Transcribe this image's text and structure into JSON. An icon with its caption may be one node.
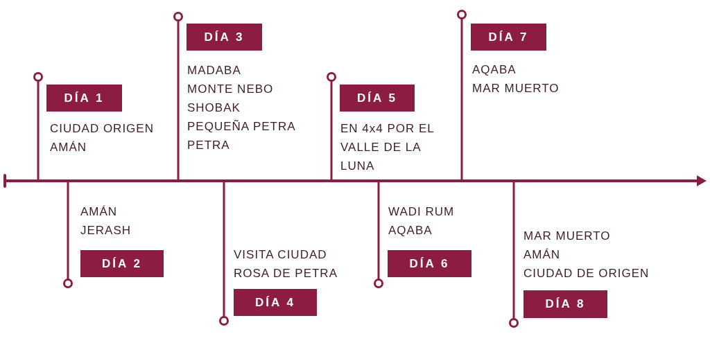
{
  "diagram": {
    "nodes": [
      {
        "text": [
          "DÍA 1"
        ],
        "beside": [
          "CIUDAD ORIGEN",
          "AMÁN"
        ]
      },
      {
        "text": [
          "DÍA 2"
        ],
        "beside": [
          "AMÁN",
          "JERASH"
        ]
      },
      {
        "text": [
          "DÍA 3"
        ],
        "beside": [
          "MADABA",
          "MONTE NEBO",
          "SHOBAK",
          "PEQUEÑA PETRA",
          "PETRA"
        ]
      },
      {
        "text": [
          "DÍA 4"
        ],
        "beside": [
          "VISITA CIUDAD ROSA DE PETRA"
        ]
      },
      {
        "text": [
          "DÍA 5"
        ],
        "beside": [
          "EN 4x4 POR EL VALLE DE LA LUNA"
        ]
      },
      {
        "text": [
          "DÍA 6"
        ],
        "beside": [
          "WADI RUM",
          "AQABA"
        ]
      },
      {
        "text": [
          "DÍA 7"
        ],
        "beside": [
          "AQABA",
          "MAR MUERTO"
        ]
      },
      {
        "text": [
          "DÍA 8"
        ],
        "beside": [
          "MAR MUERTO",
          "AMÁN",
          "CIUDAD DE ORIGEN"
        ]
      }
    ]
  }
}
